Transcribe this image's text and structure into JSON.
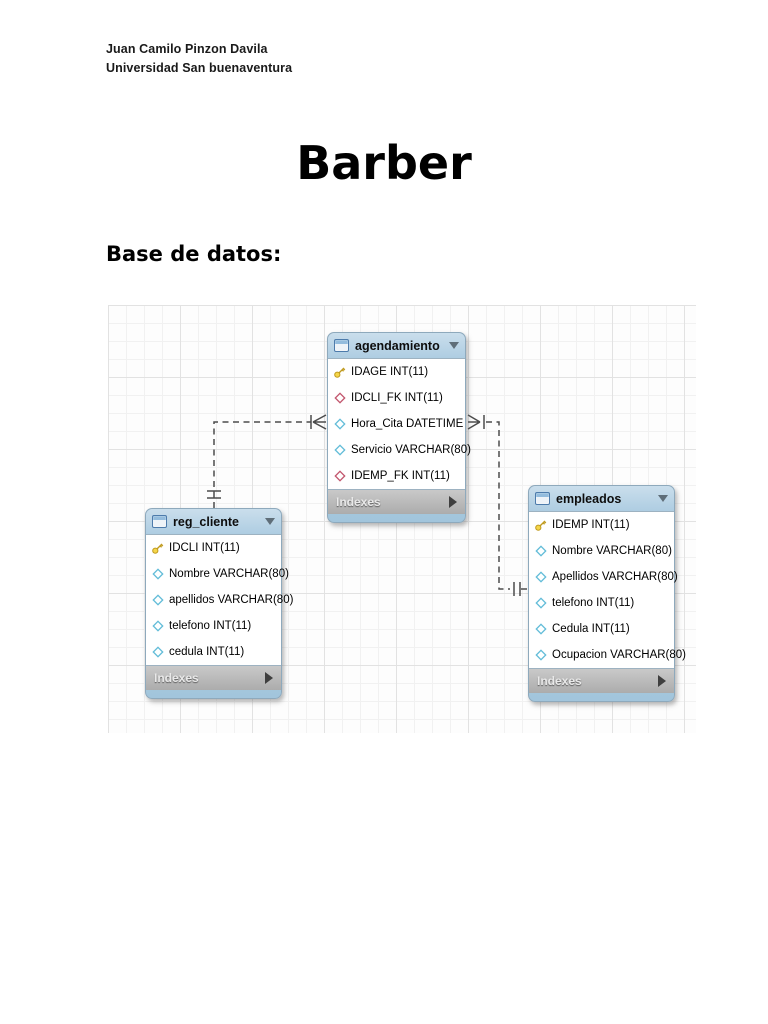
{
  "header": {
    "author": "Juan Camilo Pinzon Davila",
    "university": "Universidad San buenaventura"
  },
  "title": "Barber",
  "section_heading": "Base de datos:",
  "diagram": {
    "tables": [
      {
        "name": "agendamiento",
        "footer": "Indexes",
        "columns": [
          {
            "label": "IDAGE INT(11)",
            "icon": "primary-key"
          },
          {
            "label": "IDCLI_FK INT(11)",
            "icon": "foreign-key"
          },
          {
            "label": "Hora_Cita DATETIME",
            "icon": "column"
          },
          {
            "label": "Servicio VARCHAR(80)",
            "icon": "column"
          },
          {
            "label": "IDEMP_FK INT(11)",
            "icon": "foreign-key"
          }
        ]
      },
      {
        "name": "reg_cliente",
        "footer": "Indexes",
        "columns": [
          {
            "label": "IDCLI INT(11)",
            "icon": "primary-key"
          },
          {
            "label": "Nombre VARCHAR(80)",
            "icon": "column"
          },
          {
            "label": "apellidos VARCHAR(80)",
            "icon": "column"
          },
          {
            "label": "telefono INT(11)",
            "icon": "column"
          },
          {
            "label": "cedula INT(11)",
            "icon": "column"
          }
        ]
      },
      {
        "name": "empleados",
        "footer": "Indexes",
        "columns": [
          {
            "label": "IDEMP INT(11)",
            "icon": "primary-key"
          },
          {
            "label": "Nombre VARCHAR(80)",
            "icon": "column"
          },
          {
            "label": "Apellidos VARCHAR(80)",
            "icon": "column"
          },
          {
            "label": "telefono INT(11)",
            "icon": "column"
          },
          {
            "label": "Cedula INT(11)",
            "icon": "column"
          },
          {
            "label": "Ocupacion VARCHAR(80)",
            "icon": "column"
          }
        ]
      }
    ],
    "relationships": [
      {
        "from": "reg_cliente",
        "to": "agendamiento",
        "from_cardinality": "one",
        "to_cardinality": "many",
        "line_style": "dashed"
      },
      {
        "from": "empleados",
        "to": "agendamiento",
        "from_cardinality": "one",
        "to_cardinality": "many",
        "line_style": "dashed"
      }
    ],
    "colors": {
      "table_header": "#aecde2",
      "table_accent_strip": "#a2c5dc",
      "indexes_bar": "#b5b5b5",
      "primary_key_icon": "#f5d64a",
      "foreign_key_icon": "#c2566d",
      "column_icon": "#62bcd8",
      "connector": "#4c4c4c"
    }
  }
}
